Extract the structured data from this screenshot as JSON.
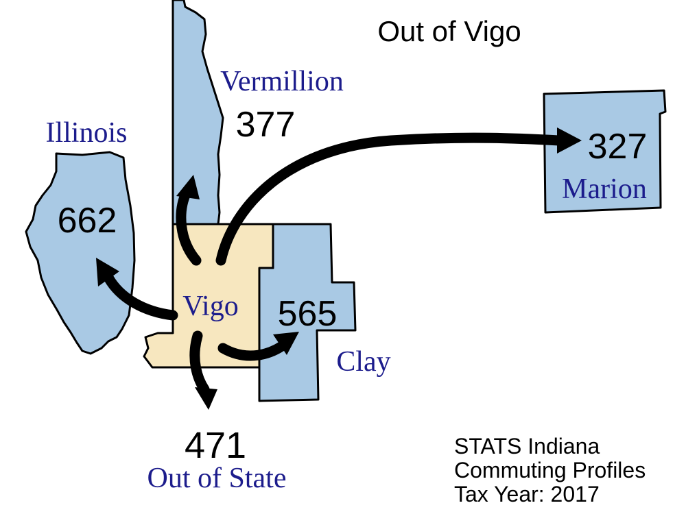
{
  "title": "Out of Vigo",
  "home": {
    "name": "Vigo"
  },
  "destinations": [
    {
      "key": "vermillion",
      "name": "Vermillion",
      "value": "377"
    },
    {
      "key": "illinois",
      "name": "Illinois",
      "value": "662"
    },
    {
      "key": "marion",
      "name": "Marion",
      "value": "327"
    },
    {
      "key": "clay",
      "name": "Clay",
      "value": "565"
    },
    {
      "key": "out_of_state",
      "name": "Out of State",
      "value": "471"
    }
  ],
  "footer": {
    "line1": "STATS Indiana",
    "line2": "Commuting Profiles",
    "line3": "Tax Year:  2017"
  },
  "colors": {
    "region_fill": "#a9c9e4",
    "home_fill": "#f7e7bf",
    "label_blue": "#1c1c8c",
    "arrow": "#000000"
  }
}
